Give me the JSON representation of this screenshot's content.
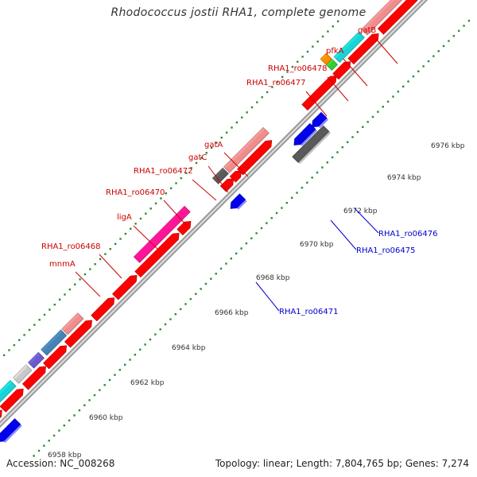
{
  "title": "Rhodococcus jostii RHA1, complete genome",
  "accession_text": "Accession: NC_008268",
  "info_text": "Topology: linear; Length: 7,804,765 bp; Genes: 7,274",
  "colors": {
    "red": "#ff0000",
    "pink": "#f08c8c",
    "cyan": "#19d4d4",
    "blue": "#0000ee",
    "gray": "#5a5a5a",
    "lightgray": "#c8c8c8",
    "purple": "#6a5acd",
    "steel": "#4682b4",
    "magenta": "#ff1493",
    "orange": "#ff8c00",
    "green": "#33cc33",
    "tick": "#2e8b2e",
    "label_red": "#cc0000",
    "label_blue": "#0000cc"
  },
  "kbp_ticks": [
    "6958 kbp",
    "6960 kbp",
    "6962 kbp",
    "6964 kbp",
    "6966 kbp",
    "6968 kbp",
    "6970 kbp",
    "6972 kbp",
    "6974 kbp",
    "6976 kbp"
  ],
  "labels": [
    {
      "text": "gatB",
      "strand": "forward"
    },
    {
      "text": "pfkA",
      "strand": "forward"
    },
    {
      "text": "RHA1_ro06478",
      "strand": "forward"
    },
    {
      "text": "RHA1_ro06477",
      "strand": "forward"
    },
    {
      "text": "gatA",
      "strand": "forward"
    },
    {
      "text": "gatC",
      "strand": "forward"
    },
    {
      "text": "RHA1_ro06472",
      "strand": "forward"
    },
    {
      "text": "RHA1_ro06470",
      "strand": "forward"
    },
    {
      "text": "ligA",
      "strand": "forward"
    },
    {
      "text": "RHA1_ro06468",
      "strand": "forward"
    },
    {
      "text": "mnmA",
      "strand": "forward"
    },
    {
      "text": "RHA1_ro06476",
      "strand": "reverse"
    },
    {
      "text": "RHA1_ro06475",
      "strand": "reverse"
    },
    {
      "text": "RHA1_ro06471",
      "strand": "reverse"
    }
  ]
}
